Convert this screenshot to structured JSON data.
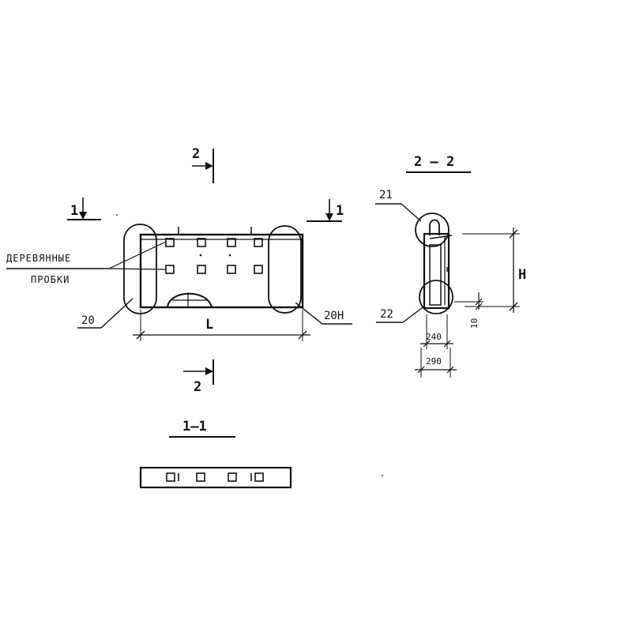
{
  "colors": {
    "ink": "#111111",
    "paper": "#ffffff"
  },
  "elevation": {
    "cut_mark_2_top": "2",
    "cut_mark_2_bottom": "2",
    "cut_mark_1_left": "1",
    "cut_mark_1_right": "1",
    "callout_wood_plugs_line1": "ДЕРЕВЯННЫЕ",
    "callout_wood_plugs_line2": "ПРОБКИ",
    "callout_left_node": "20",
    "callout_right_node": "20Н",
    "dimension_length": "L"
  },
  "section_2_2": {
    "title": "2 — 2",
    "callout_top_node": "21",
    "callout_bottom_node": "22",
    "dimension_height": "H",
    "dimension_bottom_gap": "10",
    "dimension_inner_width": "240",
    "dimension_outer_width": "290"
  },
  "section_1_1": {
    "title": "1—1"
  }
}
